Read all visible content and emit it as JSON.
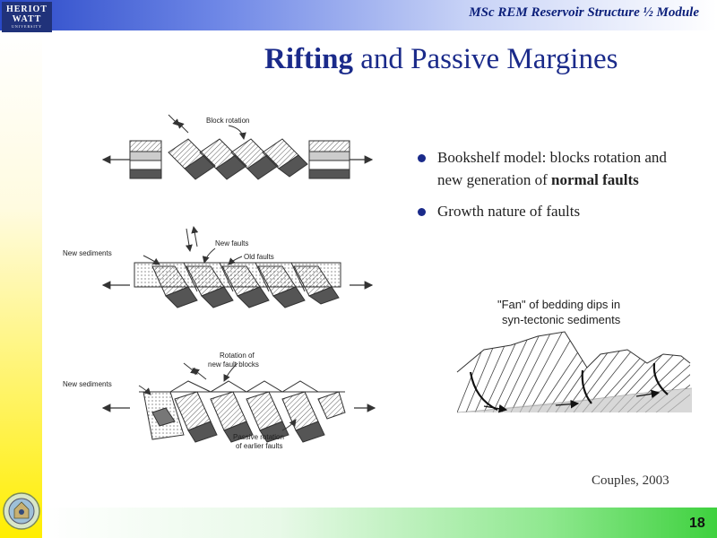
{
  "header": {
    "logo_line1": "HERIOT",
    "logo_line2": "WATT",
    "logo_line3": "UNIVERSITY",
    "module_title": "MSc REM Reservoir Structure ½ Module"
  },
  "slide": {
    "title_bold": "Rifting",
    "title_rest": " and Passive Margines",
    "bullets": [
      {
        "text": "Bookshelf model: blocks rotation and new generation of ",
        "bold": "normal faults"
      },
      {
        "text": "Growth nature of faults",
        "bold": ""
      }
    ],
    "citation": "Couples, 2003",
    "page_number": "18"
  },
  "figure_left": {
    "label_block_rotation": "Block rotation",
    "label_new_sediments_1": "New sediments",
    "label_new_faults": "New faults",
    "label_old_faults": "Old faults",
    "label_rotation_line1": "Rotation of",
    "label_rotation_line2": "new fault blocks",
    "label_new_sediments_2": "New sediments",
    "label_passive_line1": "Passive rotation",
    "label_passive_line2": "of earlier faults"
  },
  "figure_right": {
    "caption_line1": "\"Fan\" of bedding dips in",
    "caption_line2": "syn-tectonic sediments"
  },
  "colors": {
    "title": "#1a2a8a",
    "header_blue": "#2a49c8",
    "left_band": "#ffee00",
    "bottom_band": "#3ed13e",
    "dark_layer": "#555555"
  }
}
